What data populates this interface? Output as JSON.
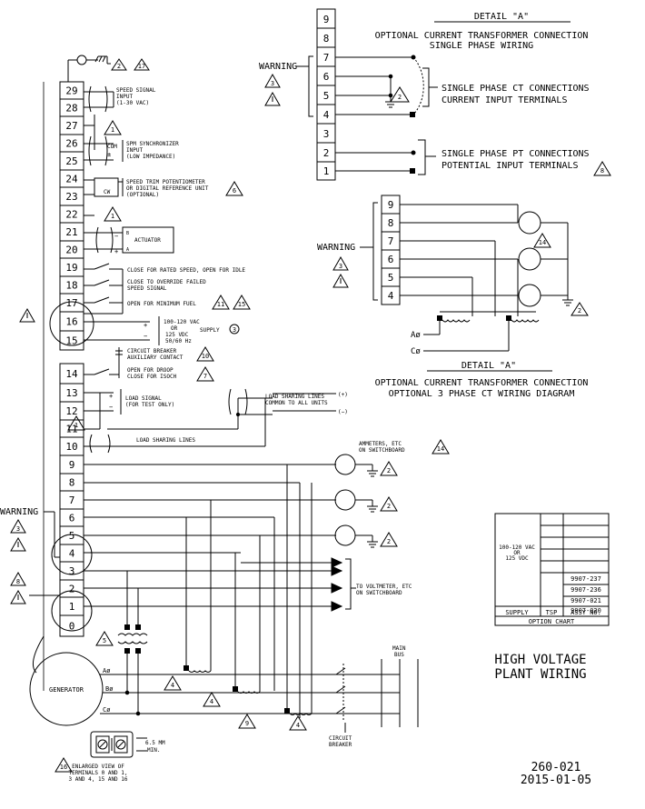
{
  "detail_top": {
    "heading": "DETAIL \"A\"",
    "line1": "OPTIONAL CURRENT TRANSFORMER CONNECTION",
    "line2": "SINGLE PHASE WIRING",
    "terminals": [
      "9",
      "8",
      "7",
      "6",
      "5",
      "4",
      "3",
      "2",
      "1"
    ],
    "warning": "WARNING",
    "warning_note": "3",
    "ct_line1": "SINGLE PHASE CT CONNECTIONS",
    "ct_line2": "CURRENT INPUT TERMINALS",
    "pt_line1": "SINGLE PHASE PT CONNECTIONS",
    "pt_line2": "POTENTIAL INPUT TERMINALS",
    "pt_note": "8",
    "ground_note": "2"
  },
  "detail_mid": {
    "terminals": [
      "9",
      "8",
      "7",
      "6",
      "5",
      "4"
    ],
    "warning": "WARNING",
    "warning_note": "3",
    "note14": "14",
    "ground_note": "2",
    "phase_a": "Aø",
    "phase_c": "Cø",
    "heading": "DETAIL \"A\"",
    "line1": "OPTIONAL CURRENT TRANSFORMER CONNECTION",
    "line2": "OPTIONAL 3 PHASE CT WIRING DIAGRAM"
  },
  "main": {
    "ground_notes": [
      "2",
      "17"
    ],
    "terminals": [
      "29",
      "28",
      "27",
      "26",
      "25",
      "24",
      "23",
      "22",
      "21",
      "20",
      "19",
      "18",
      "17",
      "16",
      "15",
      "14",
      "13",
      "12",
      "11",
      "10",
      "9",
      "8",
      "7",
      "6",
      "5",
      "4",
      "3",
      "2",
      "1",
      "0"
    ],
    "speed_signal": [
      "SPEED SIGNAL",
      "INPUT",
      "(1-30 VAC)"
    ],
    "spm": [
      "SPM SYNCHRONIZER",
      "INPUT",
      "(LOW IMPEDANCE)"
    ],
    "com": "COM",
    "plusminus": "±",
    "trim": [
      "SPEED TRIM POTENTIOMETER",
      "OR DIGITAL REFERENCE UNIT",
      "(OPTIONAL)"
    ],
    "trim_note": "6",
    "cw": "CW",
    "actuator": "ACTUATOR",
    "act_b": "B",
    "act_a": "A",
    "sw19": "CLOSE FOR RATED SPEED, OPEN FOR IDLE",
    "sw18": [
      "CLOSE TO OVERRIDE FAILED",
      "SPEED SIGNAL"
    ],
    "sw17": "OPEN FOR MINIMUM FUEL",
    "sw17_notes": [
      "11",
      "15"
    ],
    "supply": [
      "100-120 VAC",
      "OR",
      "125 VDC",
      "50/60 Hz"
    ],
    "supply_label": "SUPPLY",
    "supply_note": "3",
    "breaker": [
      "CIRCUIT BREAKER",
      "AUXILIARY CONTACT"
    ],
    "breaker_note": "10",
    "droop": [
      "OPEN FOR DROOP",
      "CLOSE FOR ISOCH"
    ],
    "droop_note": "7",
    "load_signal": [
      "LOAD SIGNAL",
      "(FOR TEST ONLY)"
    ],
    "load_sharing_lines": "LOAD SHARING LINES",
    "load_sharing_common": [
      "LOAD SHARING LINES",
      "COMMON TO ALL UNITS"
    ],
    "plus": "(+)",
    "minus": "(−)",
    "note1": "1",
    "ammeters": [
      "AMMETERS, ETC",
      "ON SWITCHBOARD"
    ],
    "ammeter_note": "14",
    "voltmeter": [
      "TO VOLTMETER, ETC",
      "ON SWITCHBOARD"
    ],
    "warning": "WARNING",
    "warning_note": "3",
    "note8": "8",
    "note5": "5",
    "note4": "4",
    "note9": "9",
    "generator": "GENERATOR",
    "phases": [
      "Aø",
      "Bø",
      "Cø"
    ],
    "main_bus": [
      "MAIN",
      "BUS"
    ],
    "circuit_breaker": [
      "CIRCUIT",
      "BREAKER"
    ],
    "enlarged": [
      "ENLARGED VIEW OF",
      "TERMINALS 0 AND 1,",
      "3 AND 4, 15 AND 16"
    ],
    "enlarged_note": "16",
    "min_gap": [
      "6.5 MM",
      "MIN."
    ]
  },
  "option_chart": {
    "supply_text": [
      "100-120 VAC",
      "OR",
      "125 VDC"
    ],
    "assy": [
      "9907-237",
      "9907-236",
      "9907-021",
      "9907-020"
    ],
    "headers": [
      "SUPPLY",
      "TSP",
      "ASSY NO."
    ],
    "caption": "OPTION CHART"
  },
  "title": {
    "line1": "HIGH VOLTAGE",
    "line2": "PLANT WIRING"
  },
  "drawing": {
    "number": "260-021",
    "date": "2015-01-05"
  }
}
